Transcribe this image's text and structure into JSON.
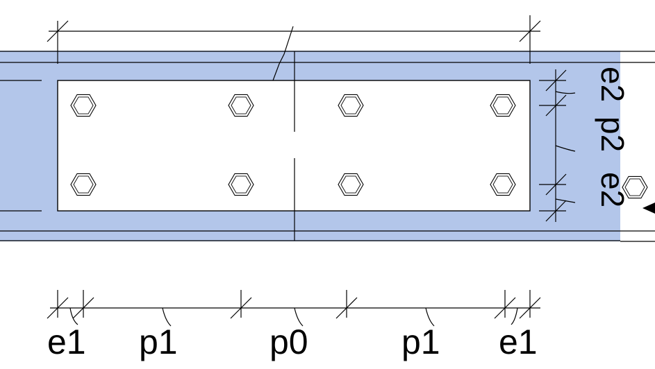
{
  "colors": {
    "beam_fill": "#b3c6ea",
    "plate_fill": "#ffffff",
    "line": "#000000",
    "background": "#ffffff"
  },
  "bolt_icon": "hexagon-bolt-icon",
  "bottom_dimensions": {
    "e1_left": "e1",
    "p1_left": "p1",
    "p0": "p0",
    "p1_right": "p1",
    "e1_right": "e1"
  },
  "side_dimensions": {
    "e2_top": "e2",
    "p2": "p2",
    "e2_bottom": "e2"
  }
}
